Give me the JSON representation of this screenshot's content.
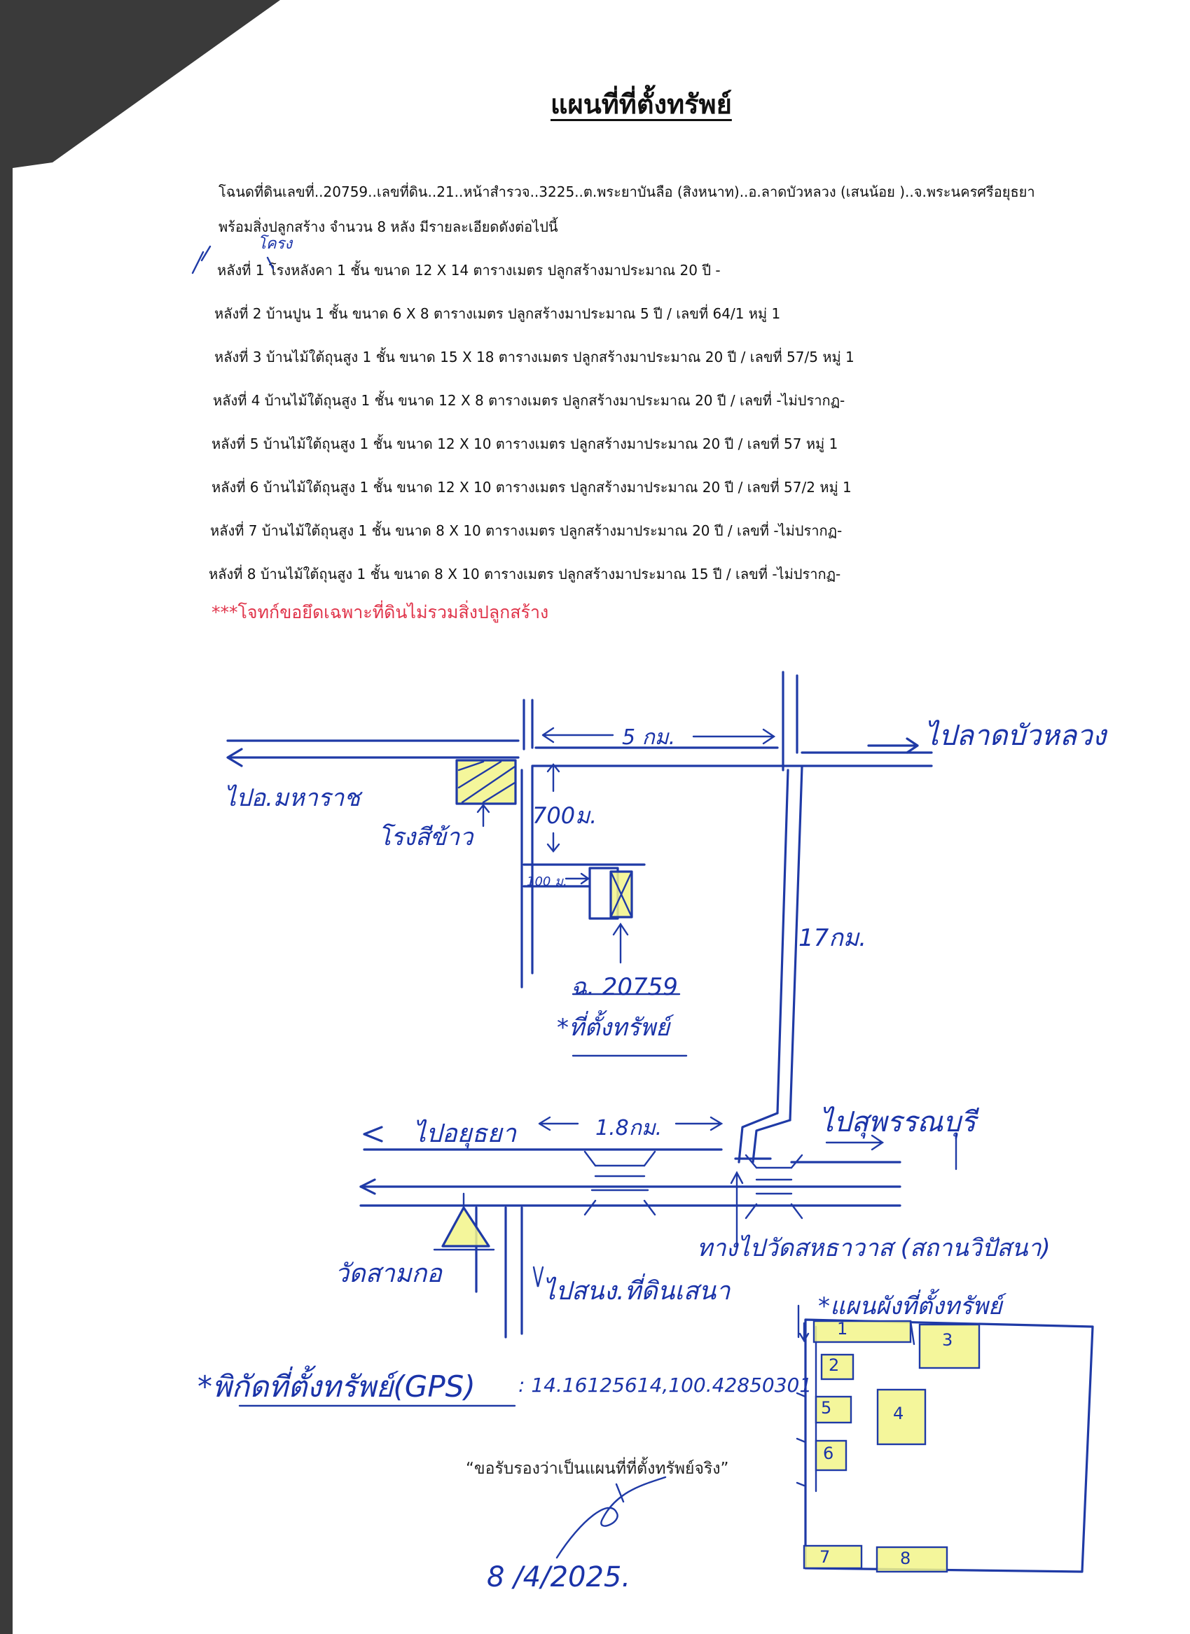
{
  "title": "แผนที่ที่ตั้งทรัพย์",
  "header_line_1": "โฉนดที่ดินเลขที่..20759..เลขที่ดิน..21..หน้าสำรวจ..3225..ต.พระยาบันลือ (สิงหนาท)..อ.ลาดบัวหลวง (เสนน้อย )..จ.พระนครศรีอยุธยา",
  "header_line_2": "พร้อมสิ่งปลูกสร้าง จำนวน 8 หลัง มีรายละเอียดดังต่อไปนี้",
  "buildings": [
    "หลังที่ 1 โรงหลังคา 1 ชั้น ขนาด 12 X 14 ตารางเมตร ปลูกสร้างมาประมาณ 20 ปี -",
    "หลังที่ 2 บ้านปูน 1 ชั้น ขนาด 6 X 8 ตารางเมตร ปลูกสร้างมาประมาณ 5 ปี / เลขที่ 64/1 หมู่ 1",
    "หลังที่ 3 บ้านไม้ใต้ถุนสูง 1 ชั้น ขนาด 15 X 18 ตารางเมตร ปลูกสร้างมาประมาณ 20 ปี / เลขที่ 57/5 หมู่ 1",
    "หลังที่ 4 บ้านไม้ใต้ถุนสูง 1 ชั้น ขนาด 12 X 8 ตารางเมตร ปลูกสร้างมาประมาณ 20 ปี / เลขที่ -ไม่ปรากฏ-",
    "หลังที่ 5 บ้านไม้ใต้ถุนสูง 1 ชั้น ขนาด 12 X 10 ตารางเมตร ปลูกสร้างมาประมาณ 20 ปี / เลขที่ 57 หมู่ 1",
    "หลังที่ 6 บ้านไม้ใต้ถุนสูง 1 ชั้น ขนาด 12 X 10 ตารางเมตร ปลูกสร้างมาประมาณ 20 ปี / เลขที่ 57/2 หมู่ 1",
    "หลังที่ 7 บ้านไม้ใต้ถุนสูง 1 ชั้น ขนาด 8 X 10 ตารางเมตร ปลูกสร้างมาประมาณ 20 ปี / เลขที่ -ไม่ปรากฏ-",
    "หลังที่ 8 บ้านไม้ใต้ถุนสูง 1 ชั้น ขนาด 8 X 10 ตารางเมตร ปลูกสร้างมาประมาณ 15 ปี / เลขที่ -ไม่ปรากฏ-"
  ],
  "handwritten_correction": "โครง",
  "warning": "***โจทก์ขอยึดเฉพาะที่ดินไม่รวมสิ่งปลูกสร้าง",
  "map": {
    "labels": {
      "to_maharat": "ไปอ.มหาราช",
      "rice_mill": "โรงสีข้าว",
      "dist_5km": "5 กม.",
      "to_lat_bua_luang": "ไปลาดบัวหลวง",
      "dist_700m": "700ม.",
      "dist_100m": "100 ม.",
      "dist_17km": "17กม.",
      "deed_no": "ฉ. 20759",
      "property_location": "*ที่ตั้งทรัพย์",
      "to_ayutthaya": "ไปอยุธยา",
      "dist_1_8km": "1.8กม.",
      "to_suphanburi": "ไปสุพรรณบุรี",
      "wat_name": "วัดสามกอ",
      "to_land_office": "ไปสนง.ที่ดินเสนา",
      "to_wat": "ทางไปวัดสหธาวาส (สถานวิปัสนา)",
      "site_plan_title": "*แผนผังที่ตั้งทรัพย์"
    },
    "gps_label": "*พิกัดที่ตั้งทรัพย์(GPS)",
    "gps_value": ": 14.16125614,100.42850301",
    "site_plan_buildings": [
      "1",
      "2",
      "3",
      "4",
      "5",
      "6",
      "7",
      "8"
    ]
  },
  "certification": "“ขอรับรองว่าเป็นแผนที่ที่ตั้งทรัพย์จริง”",
  "date": "8 /4/2025."
}
